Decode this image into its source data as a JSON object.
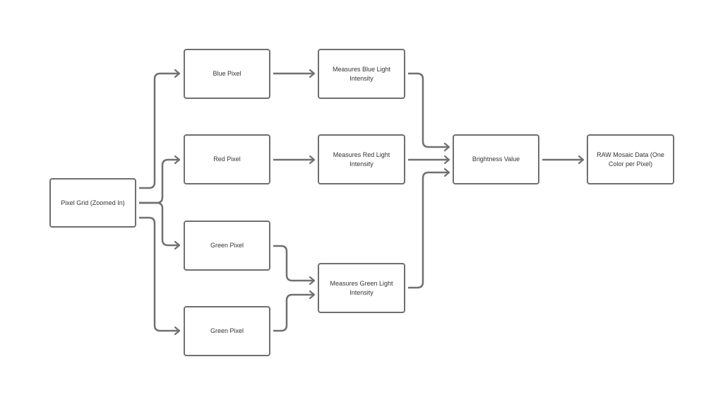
{
  "diagram": {
    "nodes": {
      "pixel_grid": "Pixel Grid (Zoomed In)",
      "blue_pixel": "Blue Pixel",
      "red_pixel": "Red Pixel",
      "green_pixel_1": "Green Pixel",
      "green_pixel_2": "Green Pixel",
      "measures_blue": "Measures Blue Light Intensity",
      "measures_red": "Measures Red Light Intensity",
      "measures_green": "Measures Green Light Intensity",
      "brightness": "Brightness Value",
      "raw": "RAW Mosaic Data (One Color per Pixel)"
    },
    "edges": [
      [
        "pixel_grid",
        "blue_pixel"
      ],
      [
        "pixel_grid",
        "red_pixel"
      ],
      [
        "pixel_grid",
        "green_pixel_1"
      ],
      [
        "pixel_grid",
        "green_pixel_2"
      ],
      [
        "blue_pixel",
        "measures_blue"
      ],
      [
        "red_pixel",
        "measures_red"
      ],
      [
        "green_pixel_1",
        "measures_green"
      ],
      [
        "green_pixel_2",
        "measures_green"
      ],
      [
        "measures_blue",
        "brightness"
      ],
      [
        "measures_red",
        "brightness"
      ],
      [
        "measures_green",
        "brightness"
      ],
      [
        "brightness",
        "raw"
      ]
    ],
    "stroke_color": "#707070"
  }
}
